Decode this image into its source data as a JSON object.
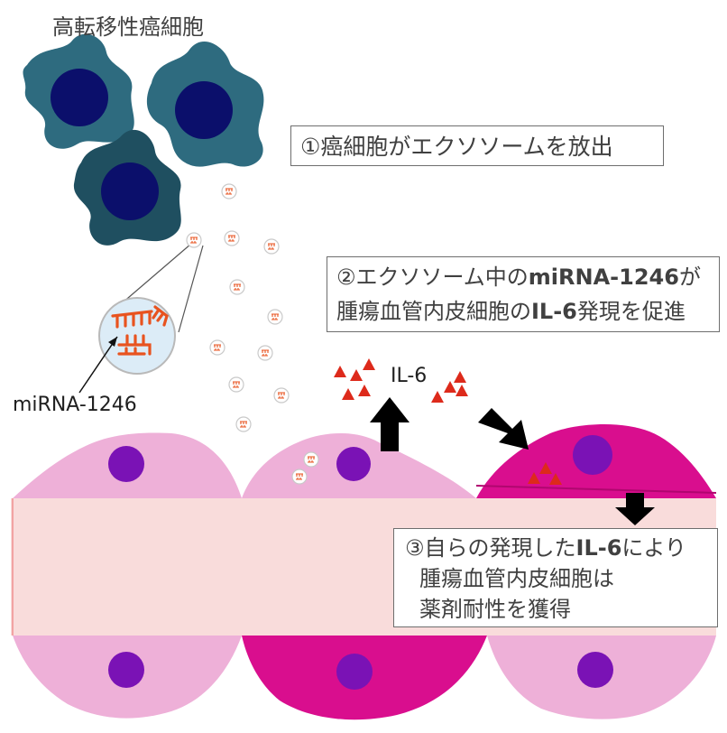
{
  "header": {
    "title": "高転移性癌細胞"
  },
  "steps": {
    "step1": "①癌細胞がエクソソームを放出",
    "step2_line1_a": "②エクソソーム中の",
    "step2_line1_b": "miRNA-1246",
    "step2_line1_c": "が",
    "step2_line2_a": "腫瘍血管内皮細胞の",
    "step2_line2_b": "IL-6",
    "step2_line2_c": "発現を促進",
    "step3_line1_a": "③自らの発現した",
    "step3_line1_b": "IL-6",
    "step3_line1_c": "により",
    "step3_line2": "腫瘍血管内皮細胞は",
    "step3_line3": "薬剤耐性を獲得"
  },
  "labels": {
    "mirna": "miRNA-1246",
    "il6": "IL-6"
  },
  "colors": {
    "cancer_cell": "#2e6b7f",
    "cancer_cell_dark": "#1f4f60",
    "nucleus_dark": "#0b0f6b",
    "endothelial_pale": "#eeb0d8",
    "endothelial_activated": "#d90e8e",
    "endothelial_nucleus": "#7a12b5",
    "vessel_lumen": "#f9dcdb",
    "vessel_edge": "#f2a3a3",
    "il6_triangle": "#dd2a1b",
    "mirna_strand": "#e8531f",
    "arrow": "#000000"
  }
}
